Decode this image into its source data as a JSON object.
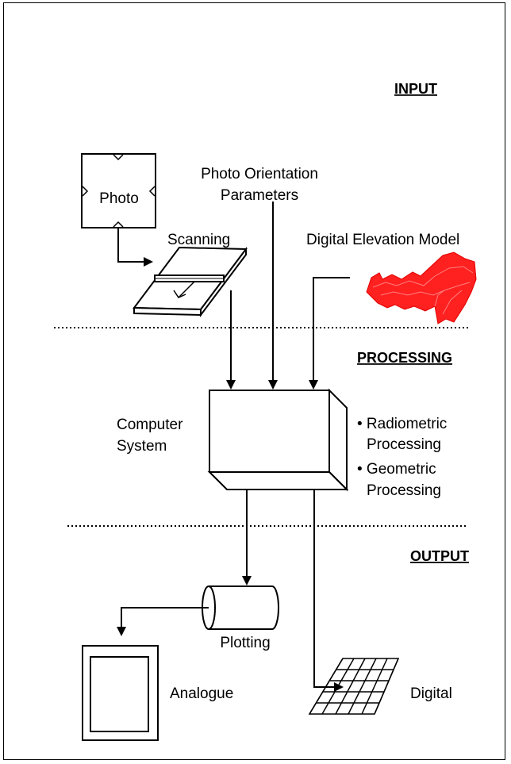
{
  "sections": {
    "input": "INPUT",
    "processing": "PROCESSING",
    "output": "OUTPUT"
  },
  "input": {
    "photo": "Photo",
    "orientation_line1": "Photo Orientation",
    "orientation_line2": "Parameters",
    "scanning": "Scanning",
    "dem": "Digital Elevation Model"
  },
  "processing": {
    "computer_line1": "Computer",
    "computer_line2": "System",
    "bullet_radiometric_line1": "• Radiometric",
    "bullet_radiometric_line2": "Processing",
    "bullet_geometric_line1": "• Geometric",
    "bullet_geometric_line2": "Processing"
  },
  "output": {
    "plotting": "Plotting",
    "analogue": "Analogue",
    "digital": "Digital"
  },
  "colors": {
    "dem_fill": "#ff2020",
    "line": "#000000"
  }
}
